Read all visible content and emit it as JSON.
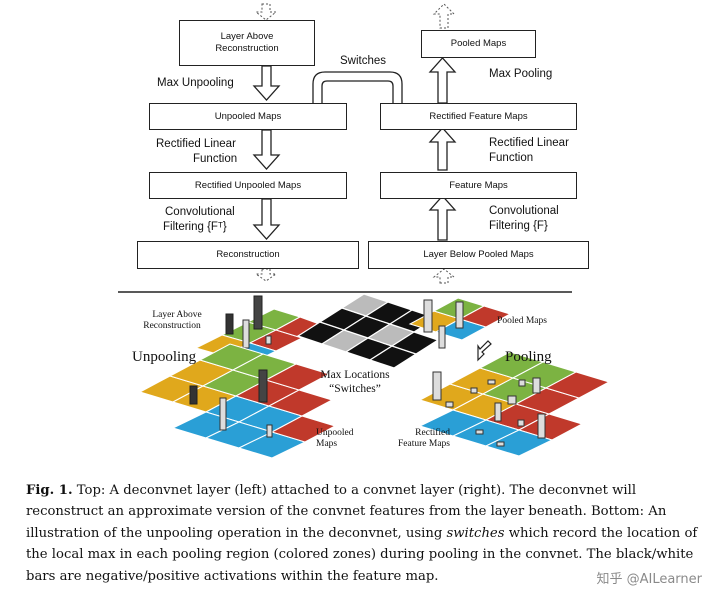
{
  "diagram": {
    "left_boxes": {
      "layer_above": "Layer Above Reconstruction",
      "unpooled": "Unpooled Maps",
      "rect_unpooled": "Rectified Unpooled Maps",
      "reconstruction": "Reconstruction"
    },
    "right_boxes": {
      "pooled": "Pooled Maps",
      "rect_feature": "Rectified Feature Maps",
      "feature": "Feature Maps",
      "layer_below": "Layer Below Pooled Maps"
    },
    "left_ops": {
      "max_unpooling": "Max Unpooling",
      "relu_1": "Rectified Linear",
      "relu_2": "Function",
      "conv_1": "Convolutional",
      "conv_2": "Filtering {Fᵀ}"
    },
    "right_ops": {
      "max_pooling": "Max Pooling",
      "relu_1": "Rectified Linear",
      "relu_2": "Function",
      "conv_1": "Convolutional",
      "conv_2": "Filtering {F}"
    },
    "switches": "Switches"
  },
  "illustration": {
    "layer_above_1": "Layer Above",
    "layer_above_2": "Reconstruction",
    "unpooling": "Unpooling",
    "max_loc_1": "Max Locations",
    "max_loc_2": "“Switches”",
    "pooled_maps": "Pooled Maps",
    "pooling": "Pooling",
    "unpooled_1": "Unpooled",
    "unpooled_2": "Maps",
    "rectified_1": "Rectified",
    "rectified_2": "Feature Maps"
  },
  "caption": {
    "fig": "Fig. 1.",
    "text": " Top: A deconvnet layer (left) attached to a convnet layer (right). The deconvnet will reconstruct an approximate version of the convnet features from the layer beneath. Bottom: An illustration of the unpooling operation in the deconvnet, using ",
    "italic": "switches",
    "text2": " which record the location of the local max in each pooling region (colored zones) during pooling in the convnet. The black/white bars are negative/positive activations within the feature map."
  },
  "watermark": "知乎 @AILearner",
  "colors": {
    "yellow": "#e0a81c",
    "green": "#7cb342",
    "blue": "#2a9fd6",
    "red": "#c0392b"
  }
}
